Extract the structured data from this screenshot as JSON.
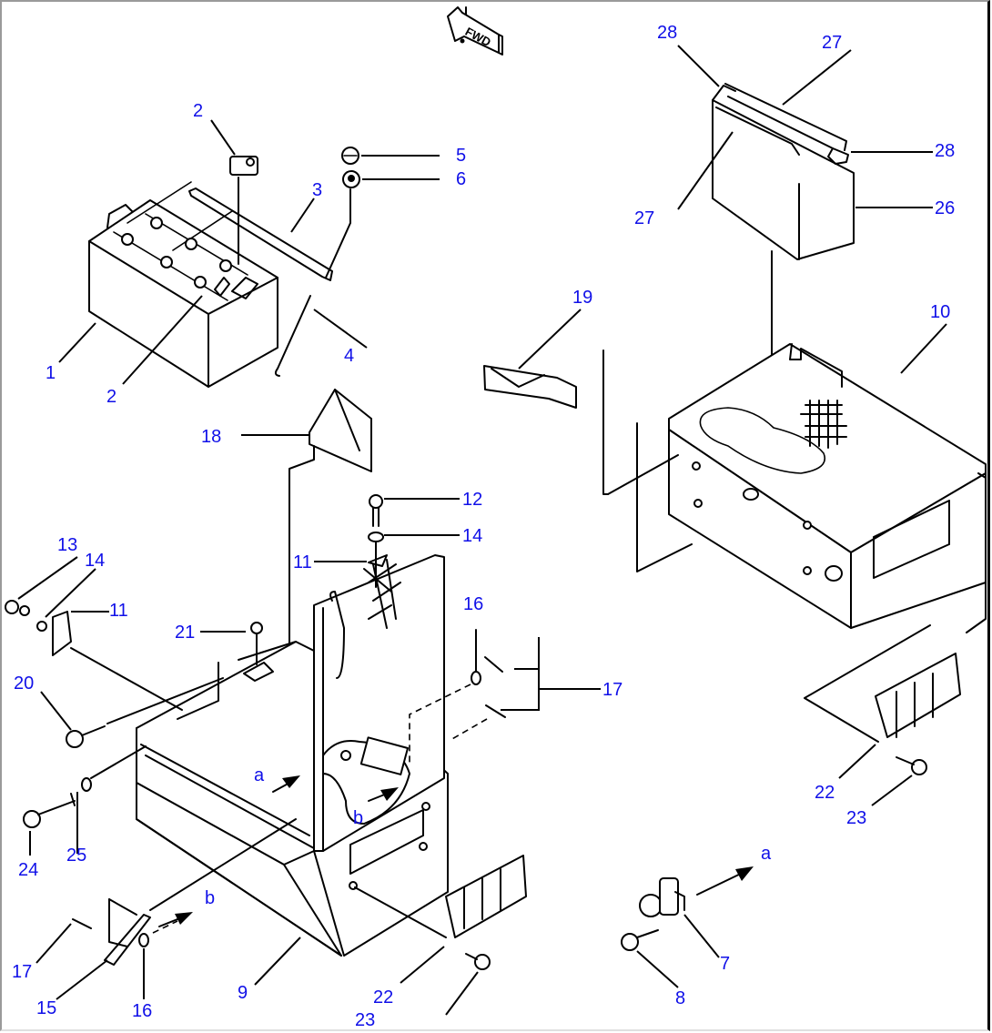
{
  "diagram": {
    "title": "Battery and battery box exploded parts view",
    "direction_marker": "FWD",
    "label_color": "#1010e8",
    "line_color": "#000000",
    "callouts": [
      {
        "id": "c-2a",
        "text": "2"
      },
      {
        "id": "c-3",
        "text": "3"
      },
      {
        "id": "c-5",
        "text": "5"
      },
      {
        "id": "c-6",
        "text": "6"
      },
      {
        "id": "c-1",
        "text": "1"
      },
      {
        "id": "c-2b",
        "text": "2"
      },
      {
        "id": "c-4",
        "text": "4"
      },
      {
        "id": "c-28a",
        "text": "28"
      },
      {
        "id": "c-27a",
        "text": "27"
      },
      {
        "id": "c-28b",
        "text": "28"
      },
      {
        "id": "c-27b",
        "text": "27"
      },
      {
        "id": "c-26",
        "text": "26"
      },
      {
        "id": "c-19",
        "text": "19"
      },
      {
        "id": "c-10",
        "text": "10"
      },
      {
        "id": "c-18",
        "text": "18"
      },
      {
        "id": "c-12",
        "text": "12"
      },
      {
        "id": "c-14a",
        "text": "14"
      },
      {
        "id": "c-11a",
        "text": "11"
      },
      {
        "id": "c-13",
        "text": "13"
      },
      {
        "id": "c-14b",
        "text": "14"
      },
      {
        "id": "c-11b",
        "text": "11"
      },
      {
        "id": "c-21",
        "text": "21"
      },
      {
        "id": "c-16a",
        "text": "16"
      },
      {
        "id": "c-17a",
        "text": "17"
      },
      {
        "id": "c-20",
        "text": "20"
      },
      {
        "id": "c-24",
        "text": "24"
      },
      {
        "id": "c-25",
        "text": "25"
      },
      {
        "id": "c-17b",
        "text": "17"
      },
      {
        "id": "c-15",
        "text": "15"
      },
      {
        "id": "c-16b",
        "text": "16"
      },
      {
        "id": "c-9",
        "text": "9"
      },
      {
        "id": "c-22a",
        "text": "22"
      },
      {
        "id": "c-23a",
        "text": "23"
      },
      {
        "id": "c-22b",
        "text": "22"
      },
      {
        "id": "c-23b",
        "text": "23"
      },
      {
        "id": "c-7",
        "text": "7"
      },
      {
        "id": "c-8",
        "text": "8"
      }
    ],
    "reference_letters": [
      {
        "id": "ref-a1",
        "text": "a"
      },
      {
        "id": "ref-b1",
        "text": "b"
      },
      {
        "id": "ref-b2",
        "text": "b"
      },
      {
        "id": "ref-a2",
        "text": "a"
      }
    ]
  }
}
